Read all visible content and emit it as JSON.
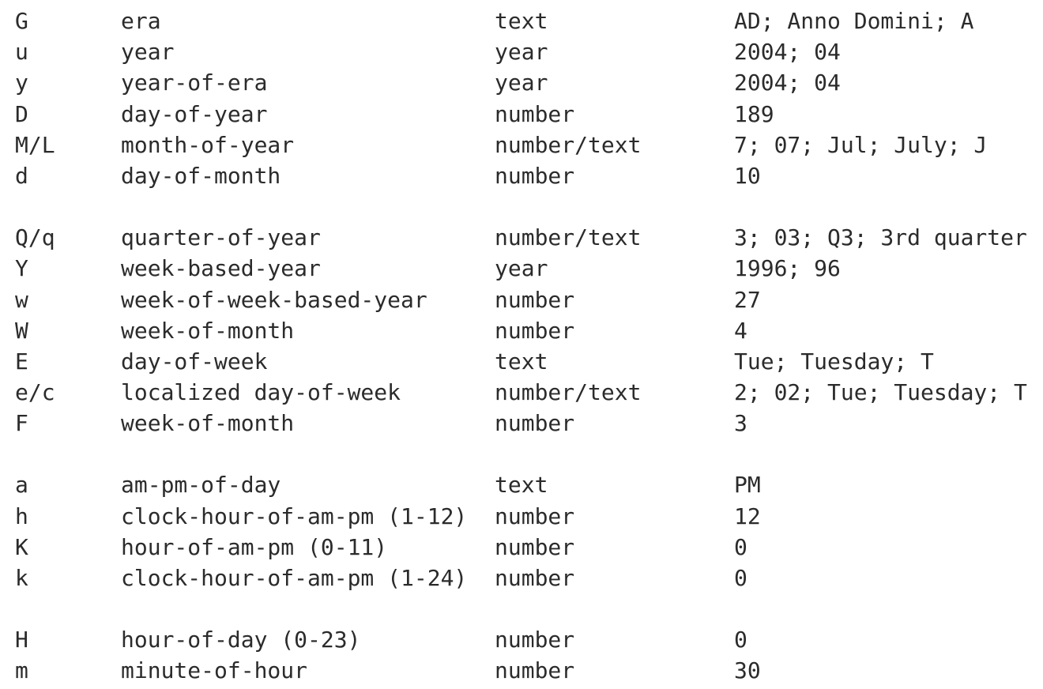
{
  "groups": [
    {
      "rows": [
        {
          "symbol": "G",
          "meaning": "era",
          "presentation": "text",
          "examples": "AD; Anno Domini; A"
        },
        {
          "symbol": "u",
          "meaning": "year",
          "presentation": "year",
          "examples": "2004; 04"
        },
        {
          "symbol": "y",
          "meaning": "year-of-era",
          "presentation": "year",
          "examples": "2004; 04"
        },
        {
          "symbol": "D",
          "meaning": "day-of-year",
          "presentation": "number",
          "examples": "189"
        },
        {
          "symbol": "M/L",
          "meaning": "month-of-year",
          "presentation": "number/text",
          "examples": "7; 07; Jul; July; J"
        },
        {
          "symbol": "d",
          "meaning": "day-of-month",
          "presentation": "number",
          "examples": "10"
        }
      ]
    },
    {
      "rows": [
        {
          "symbol": "Q/q",
          "meaning": "quarter-of-year",
          "presentation": "number/text",
          "examples": "3; 03; Q3; 3rd quarter"
        },
        {
          "symbol": "Y",
          "meaning": "week-based-year",
          "presentation": "year",
          "examples": "1996; 96"
        },
        {
          "symbol": "w",
          "meaning": "week-of-week-based-year",
          "presentation": "number",
          "examples": "27"
        },
        {
          "symbol": "W",
          "meaning": "week-of-month",
          "presentation": "number",
          "examples": "4"
        },
        {
          "symbol": "E",
          "meaning": "day-of-week",
          "presentation": "text",
          "examples": "Tue; Tuesday; T"
        },
        {
          "symbol": "e/c",
          "meaning": "localized day-of-week",
          "presentation": "number/text",
          "examples": "2; 02; Tue; Tuesday; T"
        },
        {
          "symbol": "F",
          "meaning": "week-of-month",
          "presentation": "number",
          "examples": "3"
        }
      ]
    },
    {
      "rows": [
        {
          "symbol": "a",
          "meaning": "am-pm-of-day",
          "presentation": "text",
          "examples": "PM"
        },
        {
          "symbol": "h",
          "meaning": "clock-hour-of-am-pm (1-12)",
          "presentation": "number",
          "examples": "12"
        },
        {
          "symbol": "K",
          "meaning": "hour-of-am-pm (0-11)",
          "presentation": "number",
          "examples": "0"
        },
        {
          "symbol": "k",
          "meaning": "clock-hour-of-am-pm (1-24)",
          "presentation": "number",
          "examples": "0"
        }
      ]
    },
    {
      "rows": [
        {
          "symbol": "H",
          "meaning": "hour-of-day (0-23)",
          "presentation": "number",
          "examples": "0"
        },
        {
          "symbol": "m",
          "meaning": "minute-of-hour",
          "presentation": "number",
          "examples": "30"
        }
      ]
    }
  ]
}
